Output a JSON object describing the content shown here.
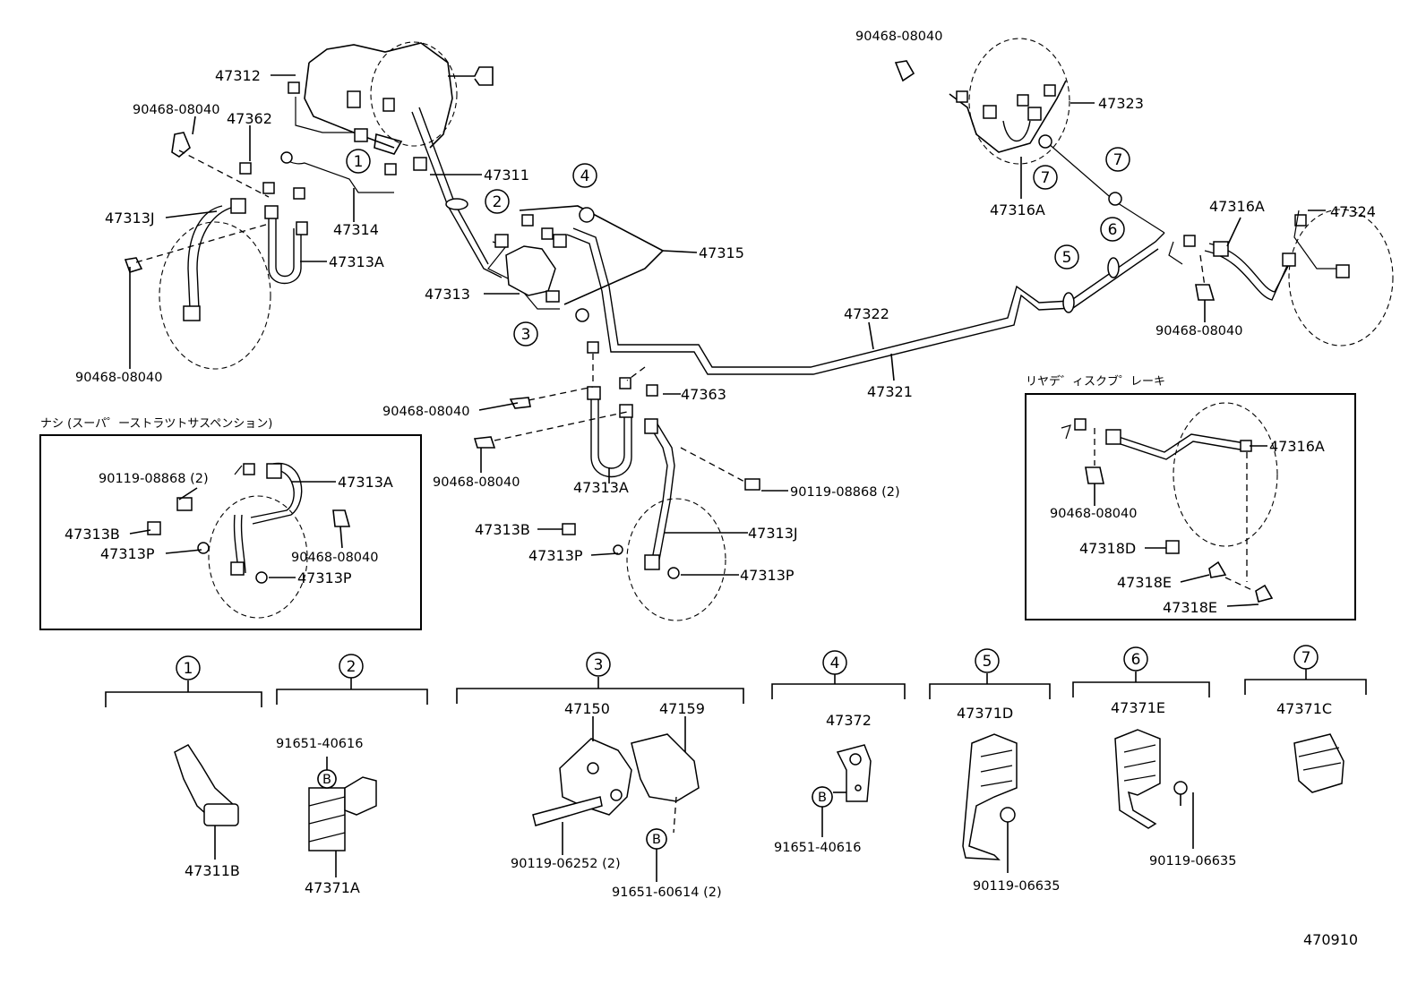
{
  "diagram_id": "470910",
  "section_titles": {
    "strut": "ナシ (スーパ゜ーストラツトサスペンション)",
    "rear_disc": "リヤデ゛ィスクブ゜レーキ"
  },
  "callouts": {
    "c1": "1",
    "c2": "2",
    "c3": "3",
    "c4": "4",
    "c5": "5",
    "c6": "6",
    "c7": "7",
    "b": "B"
  },
  "labels": {
    "p47312": "47312",
    "p90468_tl": "90468-08040",
    "p47362": "47362",
    "p47311": "47311",
    "p47313J_l": "47313J",
    "p47314": "47314",
    "p47313A_l": "47313A",
    "p90468_ll": "90468-08040",
    "p47315": "47315",
    "p47313": "47313",
    "p47322": "47322",
    "p47321": "47321",
    "p90468_top": "90468-08040",
    "p47323": "47323",
    "p47316A_t": "47316A",
    "p47316A_r": "47316A",
    "p47324": "47324",
    "p90468_r": "90468-08040",
    "p90468_m1": "90468-08040",
    "p47363": "47363",
    "p90468_m2": "90468-08040",
    "p47313A_m": "47313A",
    "p90119_m": "90119-08868 (2)",
    "p47313B_m": "47313B",
    "p47313J_m": "47313J",
    "p47313P_m1": "47313P",
    "p47313P_m2": "47313P",
    "s_90119": "90119-08868 (2)",
    "s_47313A": "47313A",
    "s_47313B": "47313B",
    "s_47313P1": "47313P",
    "s_90468": "90468-08040",
    "s_47313P2": "47313P",
    "r_47316A": "47316A",
    "r_90468": "90468-08040",
    "r_47318D": "47318D",
    "r_47318E1": "47318E",
    "r_47318E2": "47318E",
    "g1_47311B": "47311B",
    "g2_91651": "91651-40616",
    "g2_47371A": "47371A",
    "g3_47150": "47150",
    "g3_47159": "47159",
    "g3_90119": "90119-06252 (2)",
    "g3_91651": "91651-60614 (2)",
    "g4_47372": "47372",
    "g4_91651": "91651-40616",
    "g5_47371D": "47371D",
    "g5_90119": "90119-06635",
    "g6_47371E": "47371E",
    "g6_90119": "90119-06635",
    "g7_47371C": "47371C"
  }
}
